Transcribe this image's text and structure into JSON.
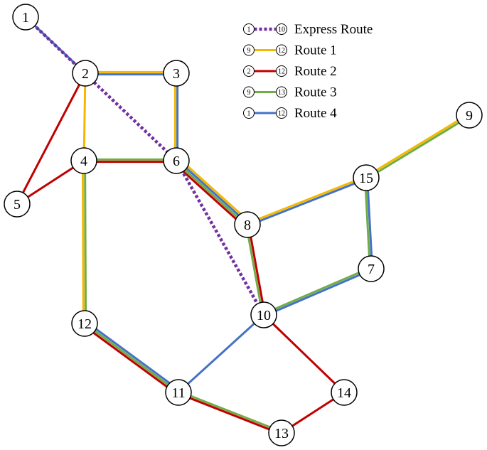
{
  "colors": {
    "route1": "#F5B800",
    "route2": "#C00000",
    "route3": "#70AD47",
    "route4": "#4472C4",
    "express": "#7030A0"
  },
  "nodes": [
    {
      "id": "1",
      "label": "1"
    },
    {
      "id": "2",
      "label": "2"
    },
    {
      "id": "3",
      "label": "3"
    },
    {
      "id": "4",
      "label": "4"
    },
    {
      "id": "5",
      "label": "5"
    },
    {
      "id": "6",
      "label": "6"
    },
    {
      "id": "7",
      "label": "7"
    },
    {
      "id": "8",
      "label": "8"
    },
    {
      "id": "9",
      "label": "9"
    },
    {
      "id": "10",
      "label": "10"
    },
    {
      "id": "11",
      "label": "11"
    },
    {
      "id": "12",
      "label": "12"
    },
    {
      "id": "13",
      "label": "13"
    },
    {
      "id": "14",
      "label": "14"
    },
    {
      "id": "15",
      "label": "15"
    }
  ],
  "legend": [
    {
      "key": "express",
      "from": "1",
      "to": "10",
      "label": "Express Route",
      "dashed": true
    },
    {
      "key": "route1",
      "from": "9",
      "to": "12",
      "label": "Route 1",
      "dashed": false
    },
    {
      "key": "route2",
      "from": "2",
      "to": "12",
      "label": "Route 2",
      "dashed": false
    },
    {
      "key": "route3",
      "from": "9",
      "to": "13",
      "label": "Route 3",
      "dashed": false
    },
    {
      "key": "route4",
      "from": "1",
      "to": "12",
      "label": "Route 4",
      "dashed": false
    }
  ],
  "edges": [
    {
      "a": "1",
      "b": "2",
      "routes": [
        "route4"
      ]
    },
    {
      "a": "2",
      "b": "3",
      "routes": [
        "route1",
        "route4"
      ]
    },
    {
      "a": "3",
      "b": "6",
      "routes": [
        "route4",
        "route1"
      ]
    },
    {
      "a": "2",
      "b": "4",
      "routes": [
        "route1"
      ]
    },
    {
      "a": "2",
      "b": "5",
      "routes": [
        "route2"
      ]
    },
    {
      "a": "5",
      "b": "4",
      "routes": [
        "route2"
      ]
    },
    {
      "a": "4",
      "b": "6",
      "routes": [
        "route3",
        "route2"
      ]
    },
    {
      "a": "6",
      "b": "8",
      "routes": [
        "route1",
        "route4",
        "route3",
        "route2"
      ]
    },
    {
      "a": "4",
      "b": "12",
      "routes": [
        "route3",
        "route1"
      ]
    },
    {
      "a": "12",
      "b": "11",
      "routes": [
        "route4",
        "route3",
        "route2"
      ]
    },
    {
      "a": "11",
      "b": "13",
      "routes": [
        "route3",
        "route2"
      ]
    },
    {
      "a": "8",
      "b": "15",
      "routes": [
        "route1",
        "route4"
      ]
    },
    {
      "a": "15",
      "b": "9",
      "routes": [
        "route1",
        "route3"
      ]
    },
    {
      "a": "15",
      "b": "7",
      "routes": [
        "route4",
        "route3"
      ]
    },
    {
      "a": "7",
      "b": "10",
      "routes": [
        "route4",
        "route3"
      ]
    },
    {
      "a": "8",
      "b": "10",
      "routes": [
        "route2",
        "route3"
      ]
    },
    {
      "a": "10",
      "b": "11",
      "routes": [
        "route4"
      ]
    },
    {
      "a": "10",
      "b": "14",
      "routes": [
        "route2"
      ]
    },
    {
      "a": "14",
      "b": "13",
      "routes": [
        "route2"
      ]
    }
  ],
  "express_path": [
    "1",
    "6",
    "10"
  ]
}
